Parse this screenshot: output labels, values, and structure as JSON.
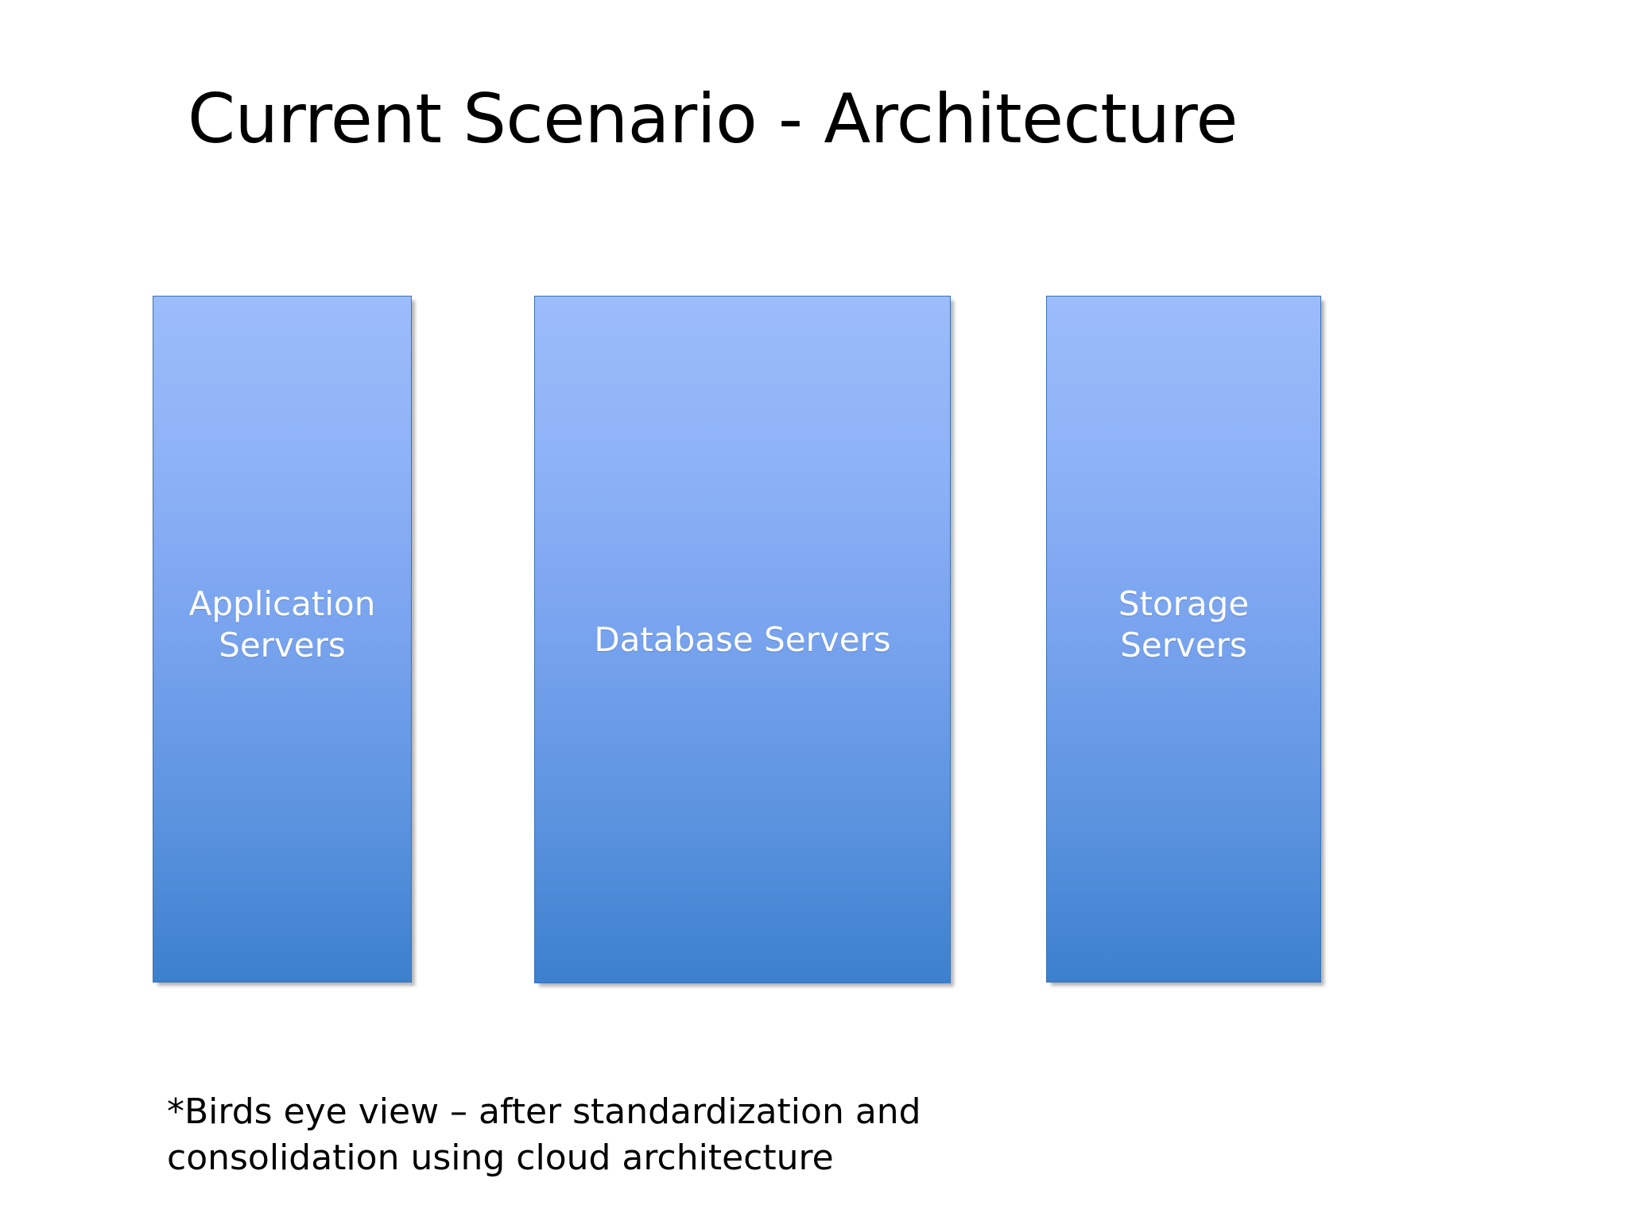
{
  "slide": {
    "background_color": "#ffffff",
    "title": "Current Scenario - Architecture",
    "footnote": "*Birds eye view – after standardization and\nconsolidation using cloud architecture",
    "boxes": [
      {
        "id": "application-servers",
        "label": "Application\nServers",
        "fill_top_color": "#9cbcfa",
        "fill_bottom_color": "#3c80ce",
        "border_color": "#3b74b4",
        "text_color": "#ffffff"
      },
      {
        "id": "database-servers",
        "label": "Database Servers",
        "fill_top_color": "#9cbcfa",
        "fill_bottom_color": "#3c80ce",
        "border_color": "#3b74b4",
        "text_color": "#ffffff"
      },
      {
        "id": "storage-servers",
        "label": "Storage\nServers",
        "fill_top_color": "#9cbcfa",
        "fill_bottom_color": "#3c80ce",
        "border_color": "#3b74b4",
        "text_color": "#ffffff"
      }
    ]
  }
}
